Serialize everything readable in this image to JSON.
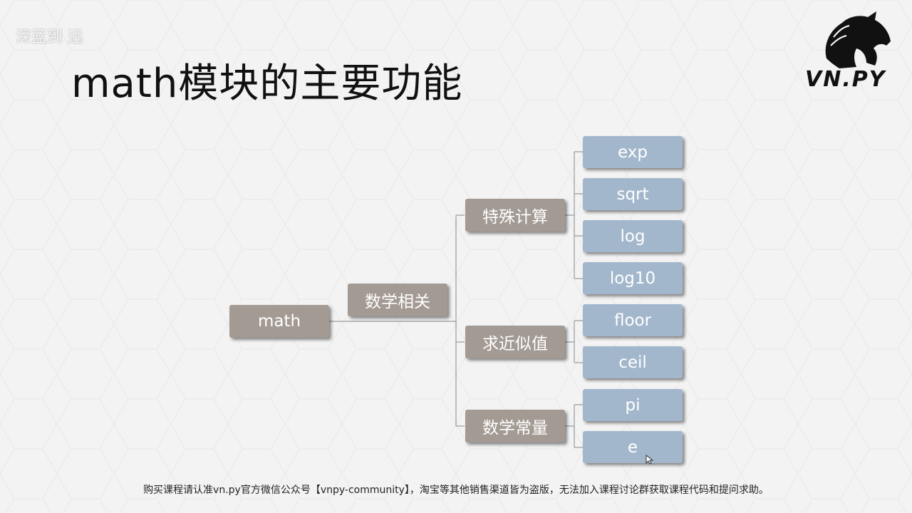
{
  "title": "math模块的主要功能",
  "watermark": "深蓝到 远",
  "logo": {
    "text": "VN.PY",
    "icon": "horse-head-icon"
  },
  "tree": {
    "root": "math",
    "level1": "数学相关",
    "categories": [
      {
        "label": "特殊计算",
        "items": [
          "exp",
          "sqrt",
          "log",
          "log10"
        ]
      },
      {
        "label": "求近似值",
        "items": [
          "floor",
          "ceil"
        ]
      },
      {
        "label": "数学常量",
        "items": [
          "pi",
          "e"
        ]
      }
    ]
  },
  "footer": "购买课程请认准vn.py官方微信公众号【vnpy-community】，淘宝等其他销售渠道皆为盗版，无法加入课程讨论群获取课程代码和提问求助。",
  "colors": {
    "category_node": "#a39a93",
    "leaf_node": "#a3b7cc",
    "connector": "#9a9a9a"
  }
}
